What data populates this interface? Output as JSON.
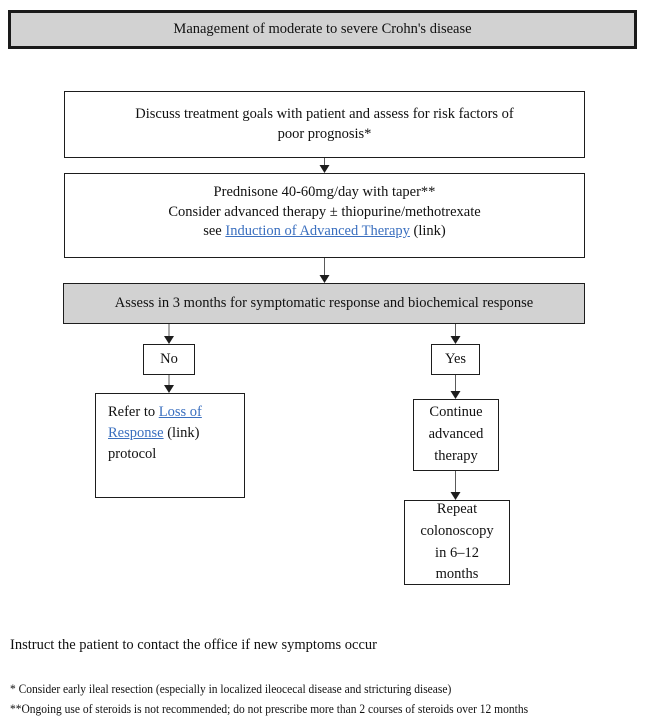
{
  "title": {
    "text": "Management of moderate to severe Crohn's disease"
  },
  "nodes": {
    "goals": {
      "line1": "Discuss treatment goals with patient and assess for risk factors of",
      "line2": "poor prognosis*"
    },
    "prednisone": {
      "line1": "Prednisone 40-60mg/day with taper**",
      "line2": "Consider advanced therapy ± thiopurine/methotrexate",
      "line3_prefix": "see ",
      "line3_link": "Induction of Advanced Therapy",
      "line3_suffix": " (link)"
    },
    "assess": {
      "text": "Assess in 3 months for symptomatic response and biochemical response"
    },
    "no_label": {
      "text": "No"
    },
    "yes_label": {
      "text": "Yes"
    },
    "refer": {
      "prefix": "Refer to ",
      "link": "Loss of Response",
      "suffix": " (link)",
      "tail": "protocol"
    },
    "continue": {
      "line1": "Continue",
      "line2": "advanced",
      "line3": "therapy"
    },
    "repeat": {
      "line1": "Repeat",
      "line2": "colonoscopy",
      "line3": "in 6–12",
      "line4": "months"
    }
  },
  "footer": {
    "instruct": "Instruct the patient to contact the office if new symptoms occur",
    "footnote1": "* Consider early ileal resection (especially in localized ileocecal disease and stricturing disease)",
    "footnote2": "**Ongoing use of steroids is not recommended; do not prescribe more than 2 courses of steroids over 12 months"
  },
  "colors": {
    "box_fill_gray": "#d2d2d2",
    "box_fill_white": "#ffffff",
    "border": "#1d1d1d",
    "link": "#3a6fbf",
    "text": "#111111"
  }
}
